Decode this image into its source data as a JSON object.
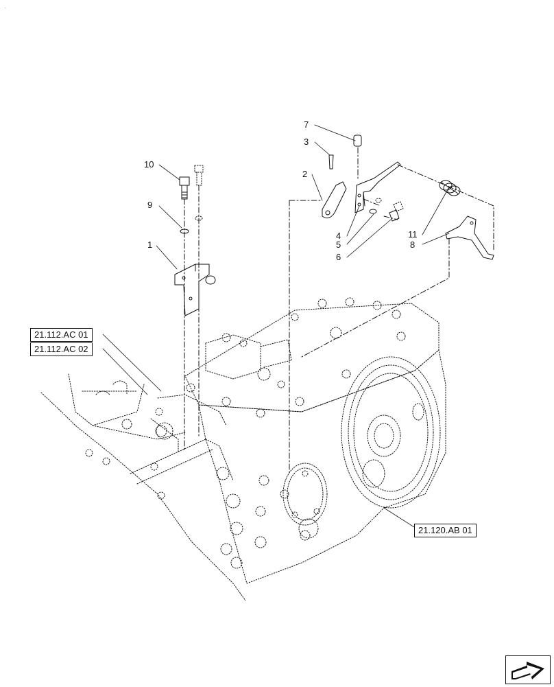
{
  "callouts": {
    "n1": "1",
    "n2": "2",
    "n3": "3",
    "n4": "4",
    "n5": "5",
    "n6": "6",
    "n7": "7",
    "n8": "8",
    "n9": "9",
    "n10": "10",
    "n11": "11"
  },
  "references": {
    "ref_ac01": "21.112.AC 01",
    "ref_ac02": "21.112.AC 02",
    "ref_ab01": "21.120.AB 01"
  },
  "icons": {
    "navigation": "arrow-nav-icon"
  },
  "colors": {
    "line": "#111111",
    "background": "#ffffff"
  }
}
